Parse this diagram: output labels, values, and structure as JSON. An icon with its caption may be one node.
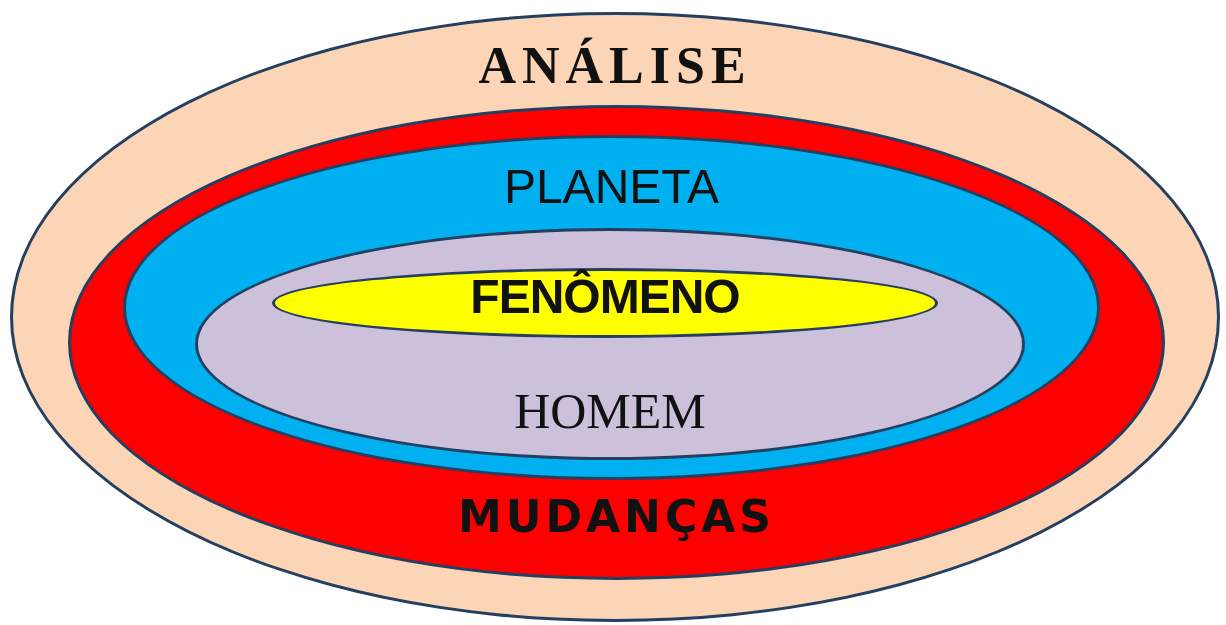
{
  "diagram": {
    "nodes": [
      {
        "text": [
          "ANÁLISE"
        ]
      },
      {
        "text": [
          "MUDANÇAS"
        ],
        "in": 0
      },
      {
        "text": [
          "PLANETA"
        ],
        "in": 1
      },
      {
        "text": [
          "HOMEM"
        ],
        "in": 2
      },
      {
        "text": [
          "FENÔMENO"
        ],
        "in": 3
      }
    ]
  }
}
